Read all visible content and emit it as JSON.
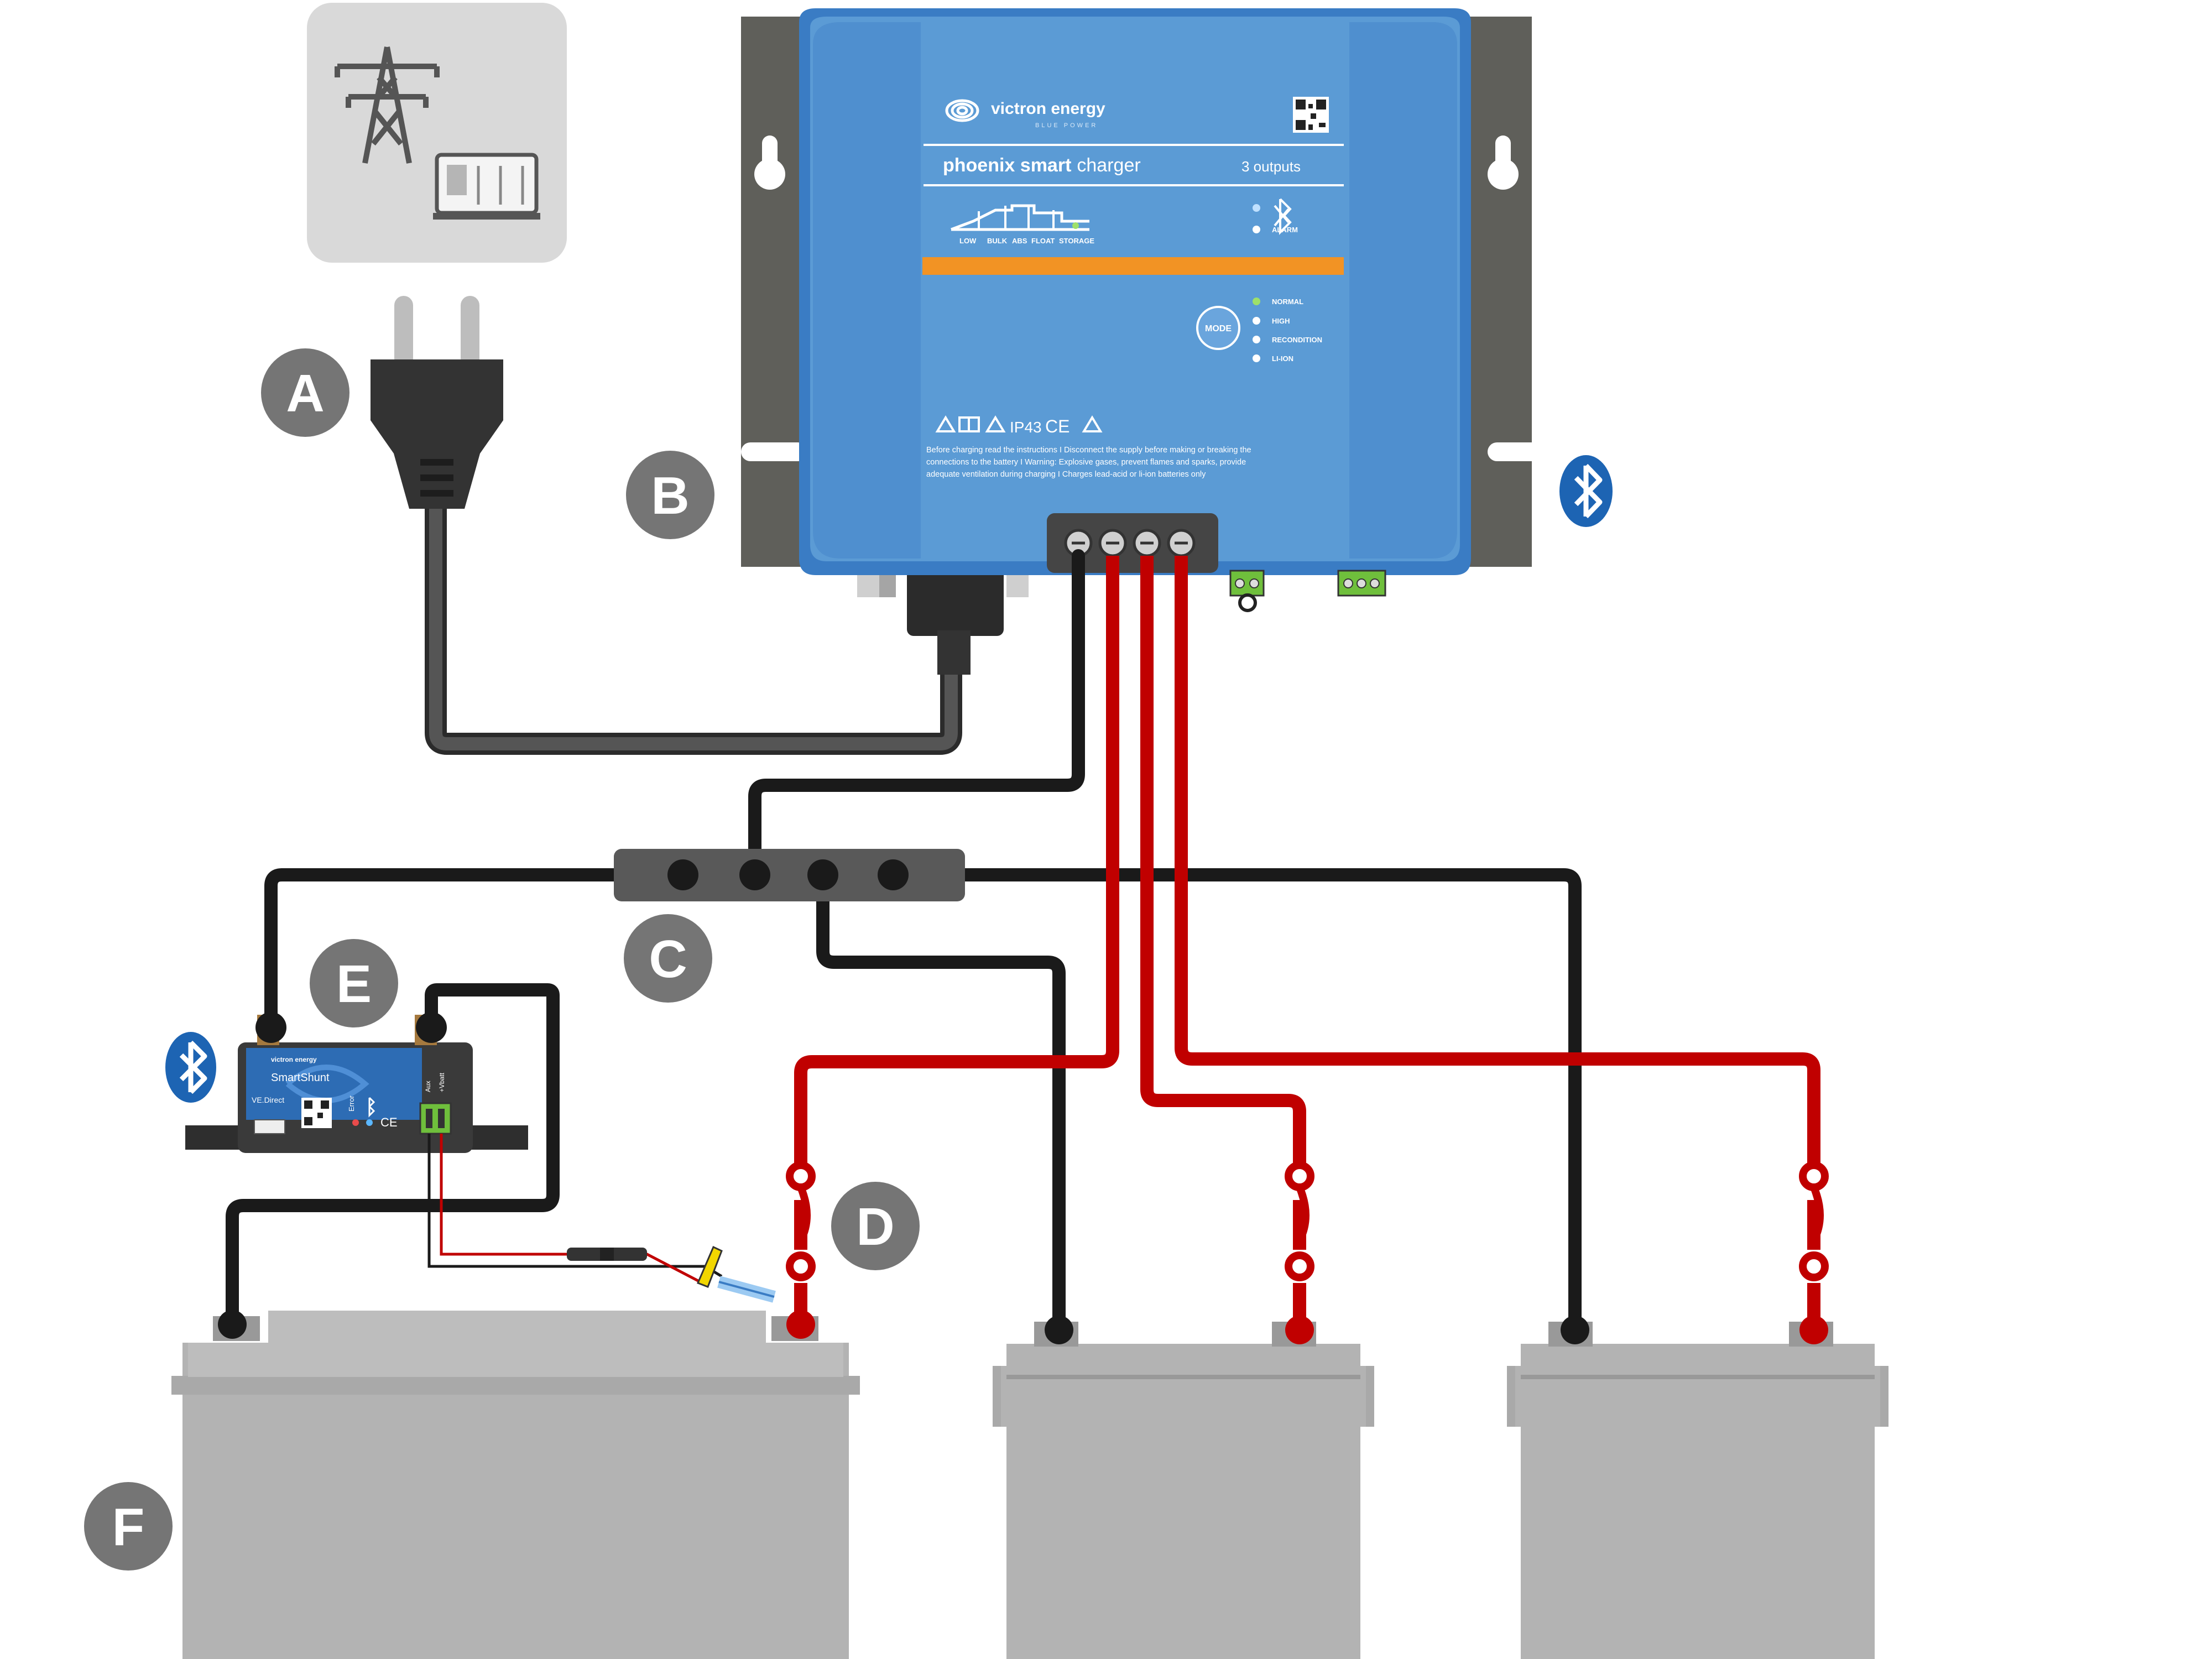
{
  "labels": {
    "a": "A",
    "b": "B",
    "c": "C",
    "d": "D",
    "e": "E",
    "f": "F"
  },
  "charger": {
    "brand": "victron energy",
    "brand_sub": "BLUE POWER",
    "product_bold": "phoenix smart",
    "product_light": "charger",
    "outputs": "3 outputs",
    "stages": [
      "LOW",
      "BULK",
      "ABS",
      "FLOAT",
      "STORAGE"
    ],
    "alarm": "ALARM",
    "mode_button": "MODE",
    "modes": [
      "NORMAL",
      "HIGH",
      "RECONDITION",
      "LI-ION"
    ],
    "rating": "IP43",
    "ce": "CE",
    "warning_lines": [
      "Before charging read the instructions  I  Disconnect the supply before making or breaking the",
      "connections to the battery  I  Warning: Explosive gases, prevent flames and sparks, provide",
      "adequate ventilation during charging  I  Charges lead-acid or li-ion batteries only"
    ]
  },
  "shunt": {
    "brand": "victron energy",
    "name": "SmartShunt",
    "port": "VE.Direct",
    "error": "Error",
    "aux": "Aux",
    "vbatt": "+Vbatt",
    "ce": "CE"
  },
  "colors": {
    "label_circle": "#757575",
    "charger_blue": "#5b9bd5",
    "bracket": "#5f5f5a",
    "battery": "#b3b3b3",
    "cable_red": "#c00000",
    "cable_black": "#1a1a1a",
    "cable_grey": "#555555",
    "bluetooth": "#1d64b3",
    "orange_stripe": "#f29324"
  },
  "icons": [
    "power-pylon-icon",
    "generator-icon",
    "plug-icon",
    "bluetooth-icon",
    "fuse-icon",
    "warning-icon",
    "qr-code-icon"
  ]
}
